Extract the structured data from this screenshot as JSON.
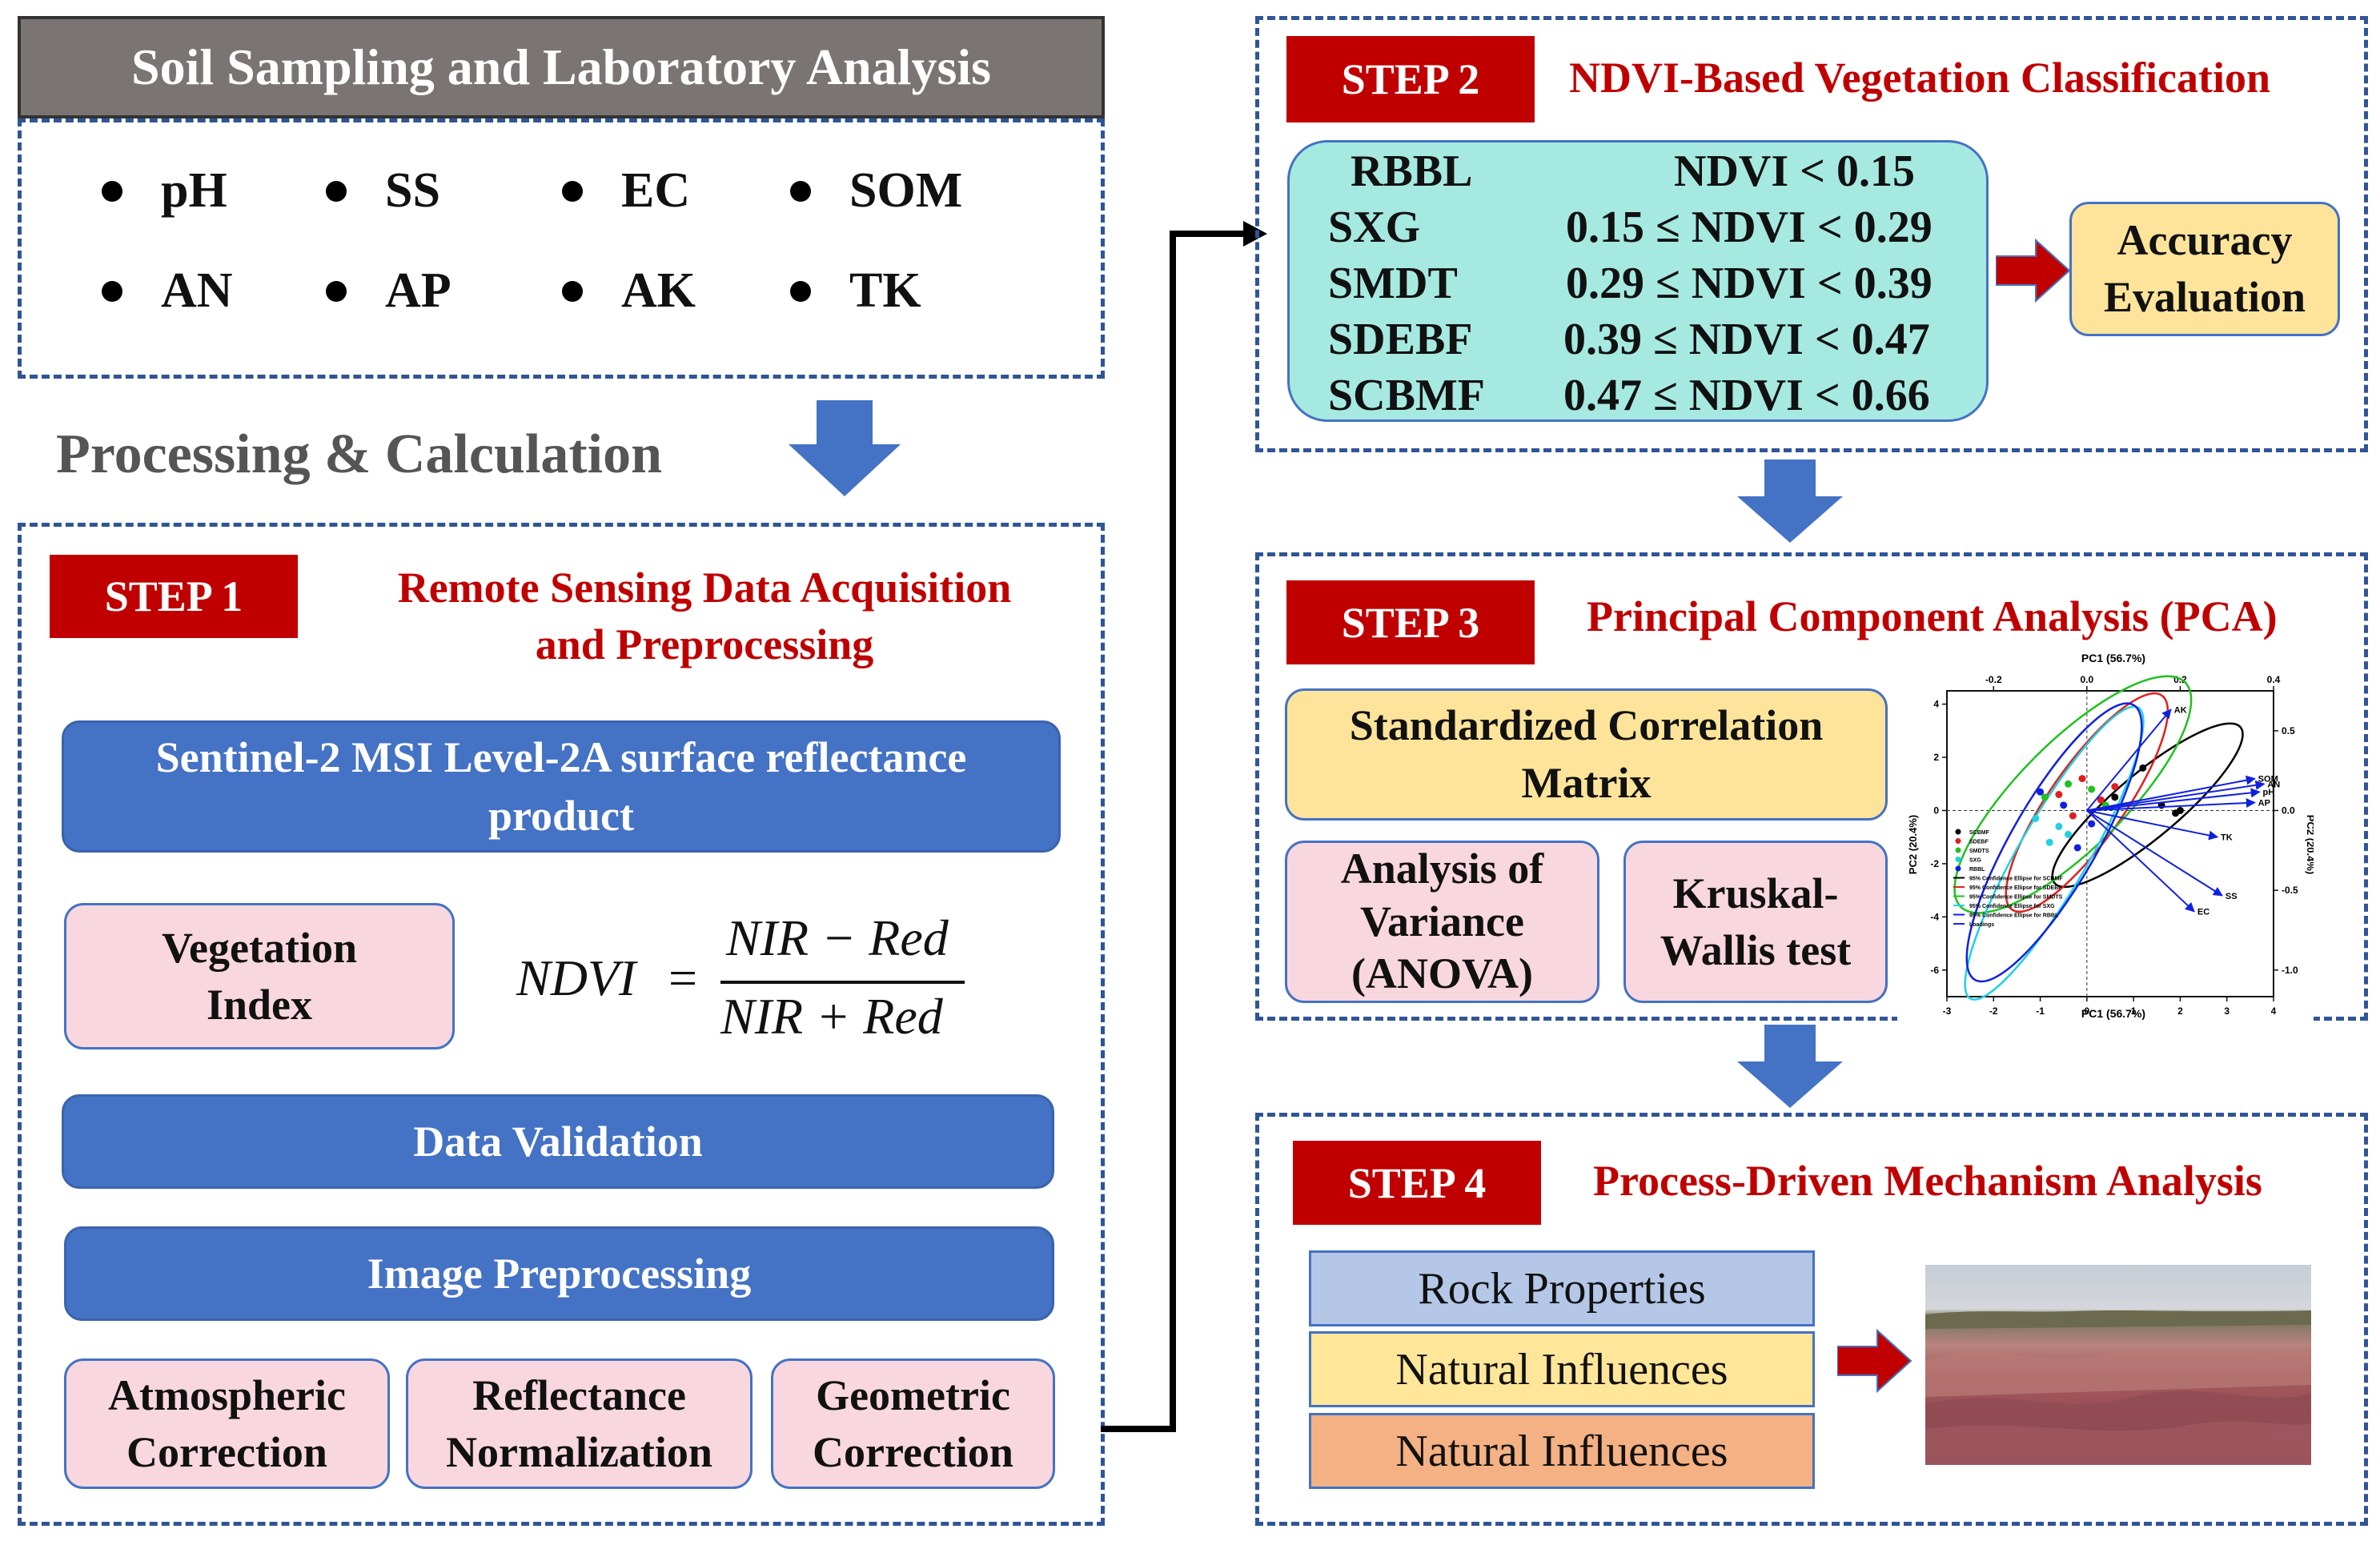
{
  "soil": {
    "title": "Soil Sampling and Laboratory Analysis",
    "items": [
      "pH",
      "SS",
      "EC",
      "SOM",
      "AN",
      "AP",
      "AK",
      "TK"
    ]
  },
  "processing_label": "Processing & Calculation",
  "step1": {
    "tag": "STEP 1",
    "title_line1": "Remote Sensing Data Acquisition",
    "title_line2": "and Preprocessing",
    "sentinel_line1": "Sentinel-2 MSI Level-2A surface reflectance",
    "sentinel_line2": "product",
    "vi_line1": "Vegetation",
    "vi_line2": "Index",
    "formula": {
      "lhs": "NDVI",
      "eq": "=",
      "numerator": "NIR − Red",
      "denominator": "NIR + Red"
    },
    "data_validation": "Data Validation",
    "image_preprocessing": "Image Preprocessing",
    "corrections": [
      {
        "line1": "Atmospheric",
        "line2": "Correction"
      },
      {
        "line1": "Reflectance",
        "line2": "Normalization"
      },
      {
        "line1": "Geometric",
        "line2": "Correction"
      }
    ]
  },
  "step2": {
    "tag": "STEP 2",
    "title": "NDVI-Based Vegetation Classification",
    "classes": [
      {
        "name": "RBBL",
        "range": "NDVI < 0.15"
      },
      {
        "name": "SXG",
        "range": "0.15 ≤ NDVI < 0.29"
      },
      {
        "name": "SMDT",
        "range": "0.29 ≤ NDVI < 0.39"
      },
      {
        "name": "SDEBF",
        "range": "0.39 ≤ NDVI < 0.47"
      },
      {
        "name": "SCBMF",
        "range": "0.47 ≤ NDVI < 0.66"
      }
    ],
    "accuracy_line1": "Accuracy",
    "accuracy_line2": "Evaluation"
  },
  "step3": {
    "tag": "STEP 3",
    "title": "Principal Component Analysis (PCA)",
    "matrix_line1": "Standardized Correlation",
    "matrix_line2": "Matrix",
    "anova_line1": "Analysis of",
    "anova_line2": "Variance",
    "anova_line3": "(ANOVA)",
    "kw_line1": "Kruskal-",
    "kw_line2": "Wallis test"
  },
  "chart_data": {
    "type": "scatter",
    "title": "PC1 (56.7%)",
    "xlabel": "PC1 (56.7%)",
    "ylabel": "PC2 (20.4%)",
    "x_ticks": [
      "-3",
      "-2",
      "-1",
      "0",
      "1",
      "2",
      "3",
      "4"
    ],
    "y_ticks": [
      "4",
      "2",
      "0",
      "-2",
      "-4",
      "-6"
    ],
    "top_ticks": [
      "-0.2",
      "0.0",
      "0.2",
      "0.4"
    ],
    "right_ticks": [
      "0.5",
      "0.0",
      "-0.5",
      "-1.0"
    ],
    "xlim": [
      -3,
      4
    ],
    "ylim": [
      -7,
      4.5
    ],
    "loadings": [
      {
        "name": "AK",
        "x": 1.8,
        "y": 3.8
      },
      {
        "name": "SOM",
        "x": 3.6,
        "y": 1.2
      },
      {
        "name": "AN",
        "x": 3.8,
        "y": 1.0
      },
      {
        "name": "pH",
        "x": 3.7,
        "y": 0.7
      },
      {
        "name": "AP",
        "x": 3.6,
        "y": 0.3
      },
      {
        "name": "TK",
        "x": 2.8,
        "y": -1.0
      },
      {
        "name": "SS",
        "x": 2.9,
        "y": -3.2
      },
      {
        "name": "EC",
        "x": 2.3,
        "y": -3.8
      }
    ],
    "series": [
      {
        "name": "SCBMF",
        "color": "#000000",
        "points": [
          [
            1.2,
            1.6
          ],
          [
            1.6,
            0.2
          ],
          [
            1.9,
            -0.1
          ],
          [
            0.6,
            0.5
          ],
          [
            2.0,
            0.0
          ]
        ]
      },
      {
        "name": "SDEBF",
        "color": "#e02020",
        "points": [
          [
            -0.1,
            1.2
          ],
          [
            0.3,
            0.4
          ],
          [
            -0.6,
            0.6
          ],
          [
            0.6,
            0.9
          ],
          [
            -0.3,
            -0.2
          ]
        ]
      },
      {
        "name": "SMDTS",
        "color": "#20c020",
        "points": [
          [
            -0.4,
            1.0
          ],
          [
            0.1,
            0.8
          ],
          [
            -0.9,
            0.5
          ],
          [
            0.4,
            0.2
          ]
        ]
      },
      {
        "name": "SXG",
        "color": "#20d0e0",
        "points": [
          [
            -0.8,
            -1.2
          ],
          [
            -0.4,
            -0.9
          ],
          [
            -1.1,
            -0.3
          ],
          [
            -0.6,
            -0.6
          ]
        ]
      },
      {
        "name": "RBBL",
        "color": "#1020e0",
        "points": [
          [
            -0.5,
            0.2
          ],
          [
            -0.2,
            -1.4
          ],
          [
            -1.0,
            0.7
          ],
          [
            0.1,
            -0.5
          ]
        ]
      }
    ],
    "legend": [
      {
        "name": "SCBMF",
        "color": "#000000"
      },
      {
        "name": "SDEBF",
        "color": "#e02020"
      },
      {
        "name": "SMDTS",
        "color": "#20c020"
      },
      {
        "name": "SXG",
        "color": "#20d0e0"
      },
      {
        "name": "RBBL",
        "color": "#1020e0"
      },
      {
        "name": "95% Confidence Ellipse for SCBMF",
        "color": "#000000"
      },
      {
        "name": "95% Confidence Ellipse for SDEBF",
        "color": "#e02020"
      },
      {
        "name": "95% Confidence Ellipse for SMDTS",
        "color": "#20c020"
      },
      {
        "name": "95% Confidence Ellipse for SXG",
        "color": "#20d0e0"
      },
      {
        "name": "95% Confidence Ellipse for RBBL",
        "color": "#1020e0"
      },
      {
        "name": "Loadings",
        "color": "#1020e0"
      }
    ],
    "ellipses": [
      {
        "name": "SCBMF",
        "color": "#000000",
        "cx": 1.3,
        "cy": 0.2,
        "rx": 2.6,
        "ry": 1.2,
        "angle": -40
      },
      {
        "name": "SDEBF",
        "color": "#e02020",
        "cx": 0.0,
        "cy": 0.3,
        "rx": 2.8,
        "ry": 1.4,
        "angle": -55
      },
      {
        "name": "SMDTS",
        "color": "#20c020",
        "cx": -0.3,
        "cy": 0.6,
        "rx": 3.4,
        "ry": 2.0,
        "angle": -45
      },
      {
        "name": "SXG",
        "color": "#20d0e0",
        "cx": -0.7,
        "cy": -1.6,
        "rx": 3.6,
        "ry": 1.3,
        "angle": -60
      },
      {
        "name": "RBBL",
        "color": "#1020e0",
        "cx": -0.7,
        "cy": -1.2,
        "rx": 3.4,
        "ry": 1.6,
        "angle": -60
      }
    ]
  },
  "step4": {
    "tag": "STEP 4",
    "title": "Process-Driven Mechanism Analysis",
    "factors": [
      {
        "label": "Rock Properties",
        "color": "#b4c7e7"
      },
      {
        "label": "Natural Influences",
        "color": "#ffe699"
      },
      {
        "label": "Natural Influences",
        "color": "#f4b183"
      }
    ]
  },
  "colors": {
    "accent_red": "#c00000",
    "blue": "#4472C4",
    "dash_border": "#2F5597"
  }
}
